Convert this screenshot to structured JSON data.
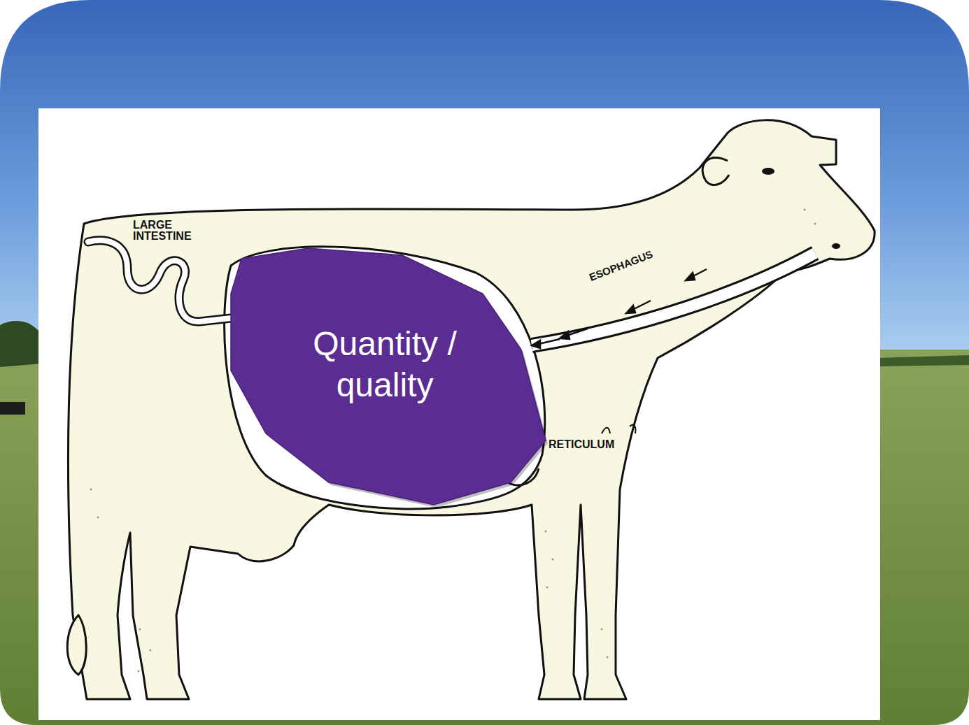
{
  "diagram": {
    "nodes": [
      {
        "text": [
          "Quantity / quality"
        ]
      }
    ],
    "labels": [
      "LARGE INTESTINE",
      "ESOPHAGUS",
      "RETICULUM"
    ]
  }
}
